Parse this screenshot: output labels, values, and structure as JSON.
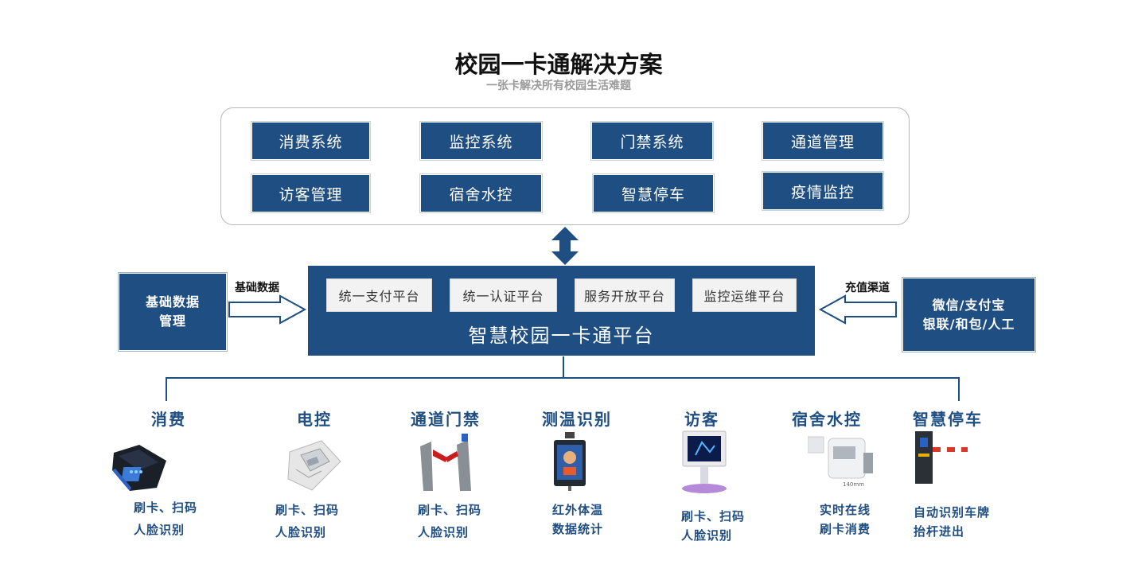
{
  "title": "校园一卡通解决方案",
  "subtitle": "一张卡解决所有校园生活难题",
  "systems": [
    {
      "label": "消费系统"
    },
    {
      "label": "监控系统"
    },
    {
      "label": "门禁系统"
    },
    {
      "label": "通道管理"
    },
    {
      "label": "访客管理"
    },
    {
      "label": "宿舍水控"
    },
    {
      "label": "智慧停车"
    },
    {
      "label": "疫情监控"
    }
  ],
  "platform": {
    "name": "智慧校园一卡通平台",
    "modules": [
      "统一支付平台",
      "统一认证平台",
      "服务开放平台",
      "监控运维平台"
    ]
  },
  "left": {
    "arrow_label": "基础数据",
    "box_line1": "基础数据",
    "box_line2": "管理"
  },
  "right": {
    "arrow_label": "充值渠道",
    "box_line1": "微信/支付宝",
    "box_line2": "银联/和包/人工"
  },
  "apps": [
    {
      "title": "消费",
      "line1": "刷卡、扫码",
      "line2": "人脸识别",
      "icon": "pos-terminal-icon"
    },
    {
      "title": "电控",
      "line1": "刷卡、扫码",
      "line2": "人脸识别",
      "icon": "electric-meter-icon"
    },
    {
      "title": "通道门禁",
      "line1": "刷卡、扫码",
      "line2": "人脸识别",
      "icon": "turnstile-icon"
    },
    {
      "title": "测温识别",
      "line1": "红外体温",
      "line2": "数据统计",
      "icon": "thermal-terminal-icon"
    },
    {
      "title": "访客",
      "line1": "刷卡、扫码",
      "line2": "人脸识别",
      "icon": "visitor-kiosk-icon"
    },
    {
      "title": "宿舍水控",
      "line1": "实时在线",
      "line2": "刷卡消费",
      "icon": "water-controller-icon"
    },
    {
      "title": "智慧停车",
      "line1": "自动识别车牌",
      "line2": "抬杆进出",
      "icon": "parking-barrier-icon"
    }
  ],
  "colors": {
    "primary": "#1f4e83",
    "panel_border": "#b8b8b8",
    "module_bg": "#f2f2f2"
  }
}
